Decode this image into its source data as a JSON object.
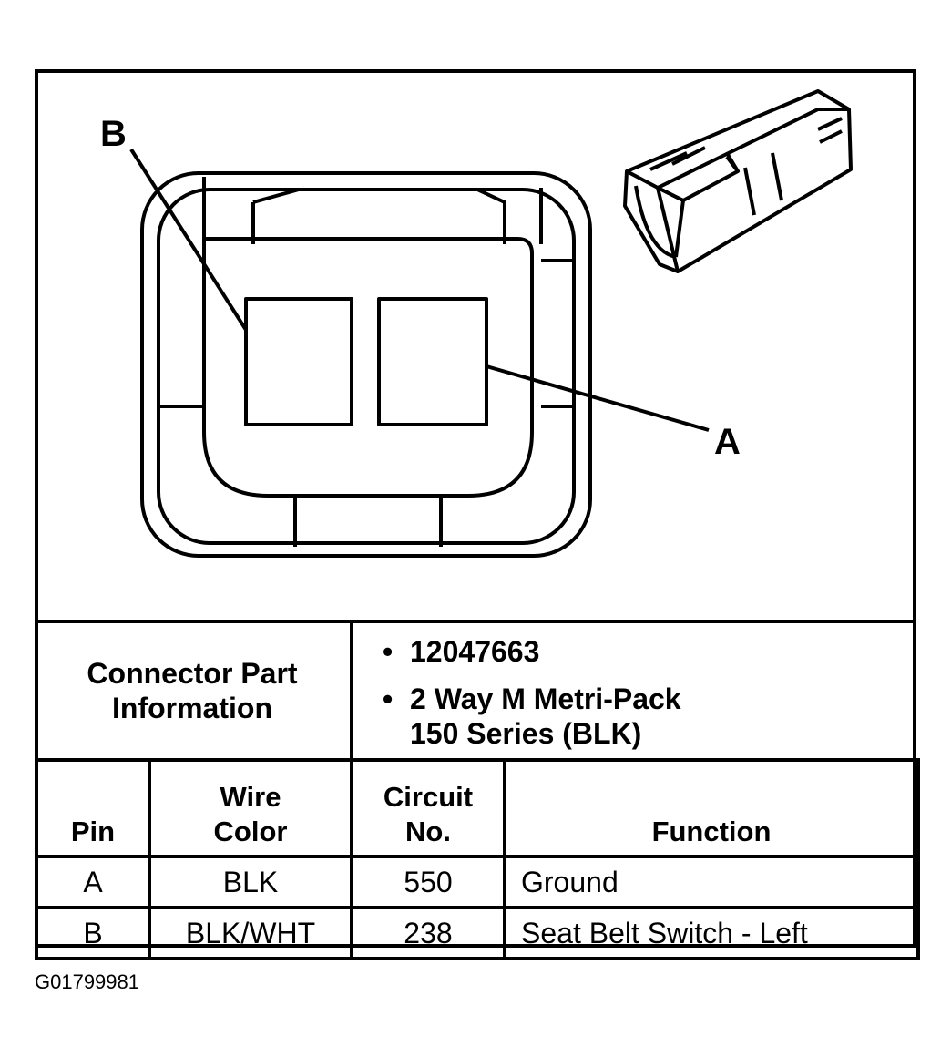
{
  "diagram": {
    "label_a": "A",
    "label_b": "B"
  },
  "connector_info": {
    "label": "Connector Part\nInformation",
    "items": [
      "12047663",
      "2 Way M Metri-Pack\n150 Series (BLK)"
    ]
  },
  "table": {
    "headers": [
      "Pin",
      "Wire\nColor",
      "Circuit\nNo.",
      "Function"
    ],
    "rows": [
      [
        "A",
        "BLK",
        "550",
        "Ground"
      ],
      [
        "B",
        "BLK/WHT",
        "238",
        "Seat Belt Switch - Left"
      ]
    ]
  },
  "figure_id": "G01799981"
}
